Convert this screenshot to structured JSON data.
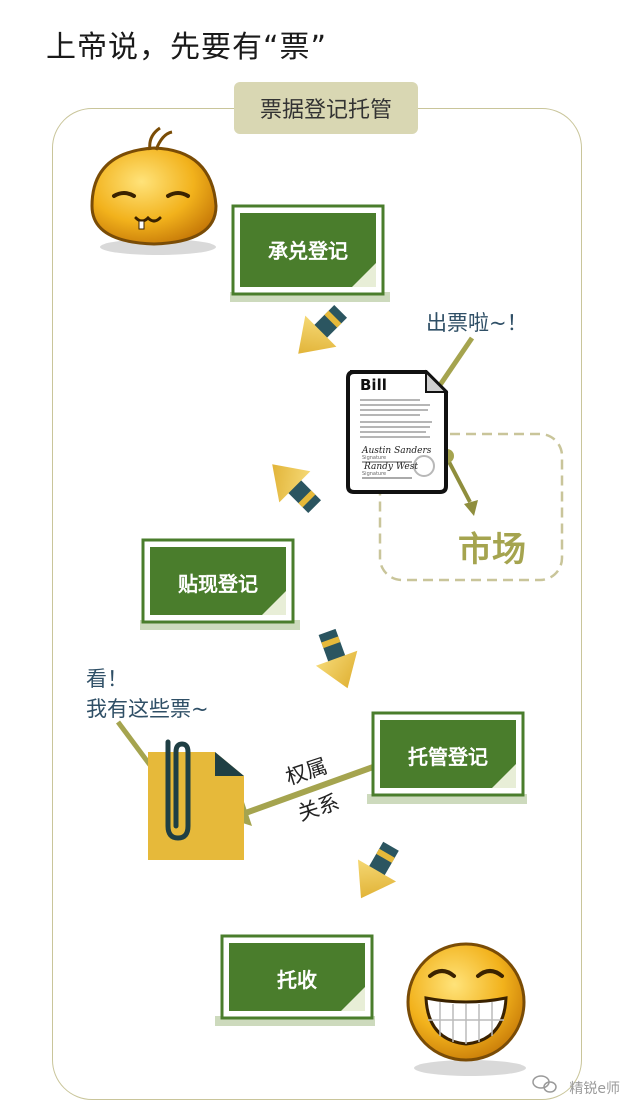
{
  "title": "上帝说，先要有“票”",
  "header": "票据登记托管",
  "steps": {
    "accept": "承兑登记",
    "discount": "贴现登记",
    "custody": "托管登记",
    "collection": "托收"
  },
  "callouts": {
    "issue": "出票啦~！",
    "look_line1": "看！",
    "look_line2": "我有这些票~"
  },
  "market": "市场",
  "relation": {
    "line1": "权属",
    "line2": "关系"
  },
  "bill": {
    "heading": "Bill",
    "signer1": "Austin Sanders",
    "signer2": "Randy West",
    "sig_label": "Signature"
  },
  "watermark": "精锐e师",
  "colors": {
    "green": "#4a7d2c",
    "olive": "#a5a44f",
    "arrow_yellow": "#e6b93a",
    "callout_text": "#2f4f66"
  }
}
